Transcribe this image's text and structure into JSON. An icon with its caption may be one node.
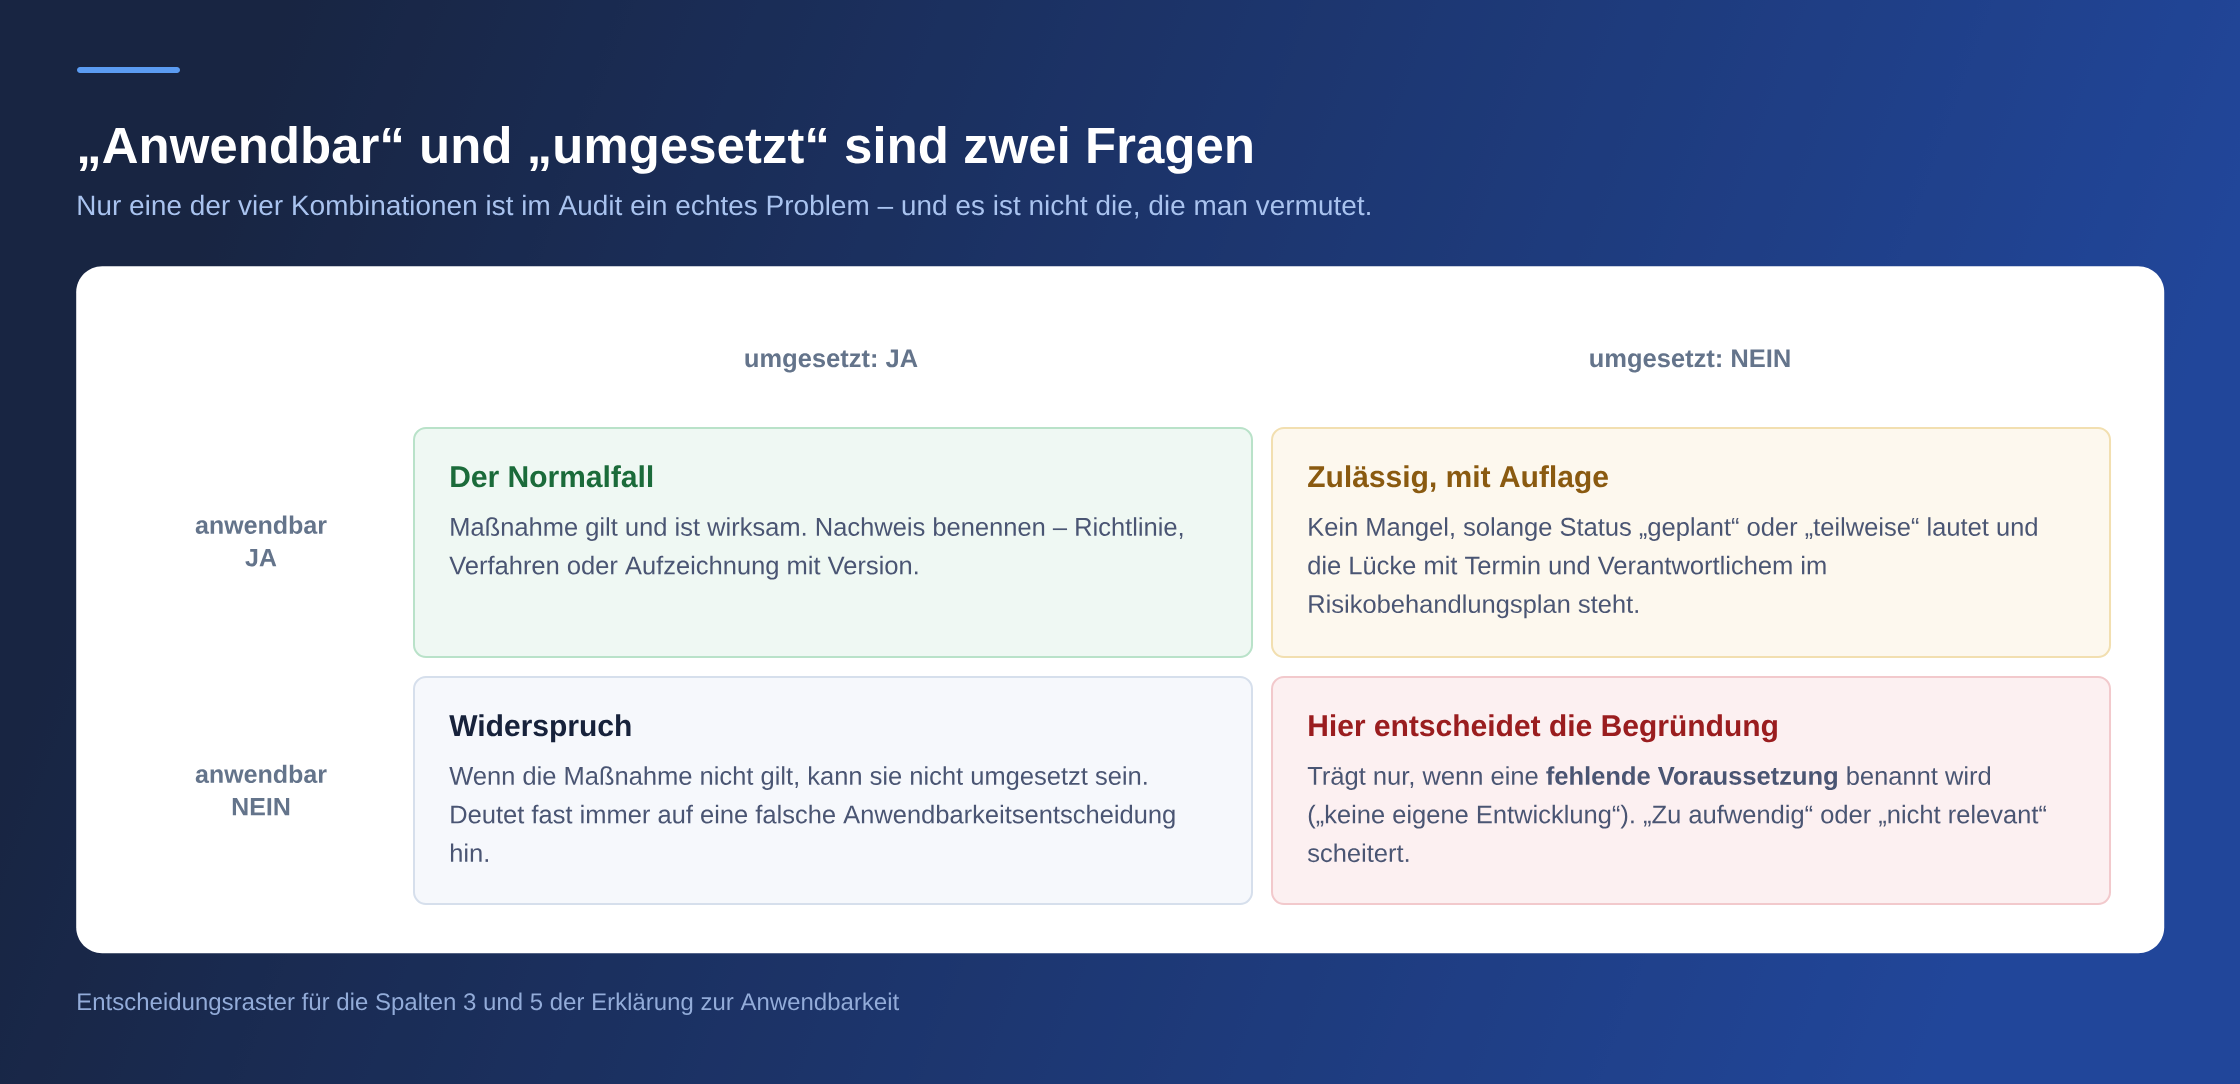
{
  "diagram": {
    "title": "„Anwendbar“ und „umgesetzt“ sind zwei Fragen",
    "caption": "Entscheidungsraster für die Spalten 3 und 5 der Erklärung zur Anwendbarkeit",
    "nodes": [
      {
        "text": [
          "umgesetzt: JA",
          "umgesetzt: NEIN",
          "anwendbar JA",
          "anwendbar NEIN"
        ]
      },
      {
        "text": [
          "Der Normalfall",
          "Maßnahme gilt und ist wirksam. Nachweis benennen – Richtlinie, Verfahren oder Aufzeichnung mit Version."
        ],
        "in": 0
      },
      {
        "text": [
          "Zulässig, mit Auflage",
          "Kein Mangel, solange Status „geplant“ oder „teilweise“ lautet und die Lücke mit Termin und Verantwortlichem im Risikobehandlungsplan steht."
        ],
        "in": 0
      },
      {
        "text": [
          "Widerspruch",
          "Wenn die Maßnahme nicht gilt, kann sie nicht umgesetzt sein. Deutet fast immer auf eine falsche Anwendbarkeitsentscheidung hin."
        ],
        "in": 0
      },
      {
        "text": [
          "Hier entscheidet die Begründung",
          "Trägt nur, wenn eine **fehlende Voraussetzung** benannt wird („keine eigene Entwicklung“). „Zu aufwendig“ oder „nicht relevant“ scheitert."
        ],
        "in": 0
      }
    ],
    "labels": [
      "Nur eine der vier Kombinationen ist im Audit ein echtes Problem – und es ist nicht die, die man vermutet."
    ]
  }
}
